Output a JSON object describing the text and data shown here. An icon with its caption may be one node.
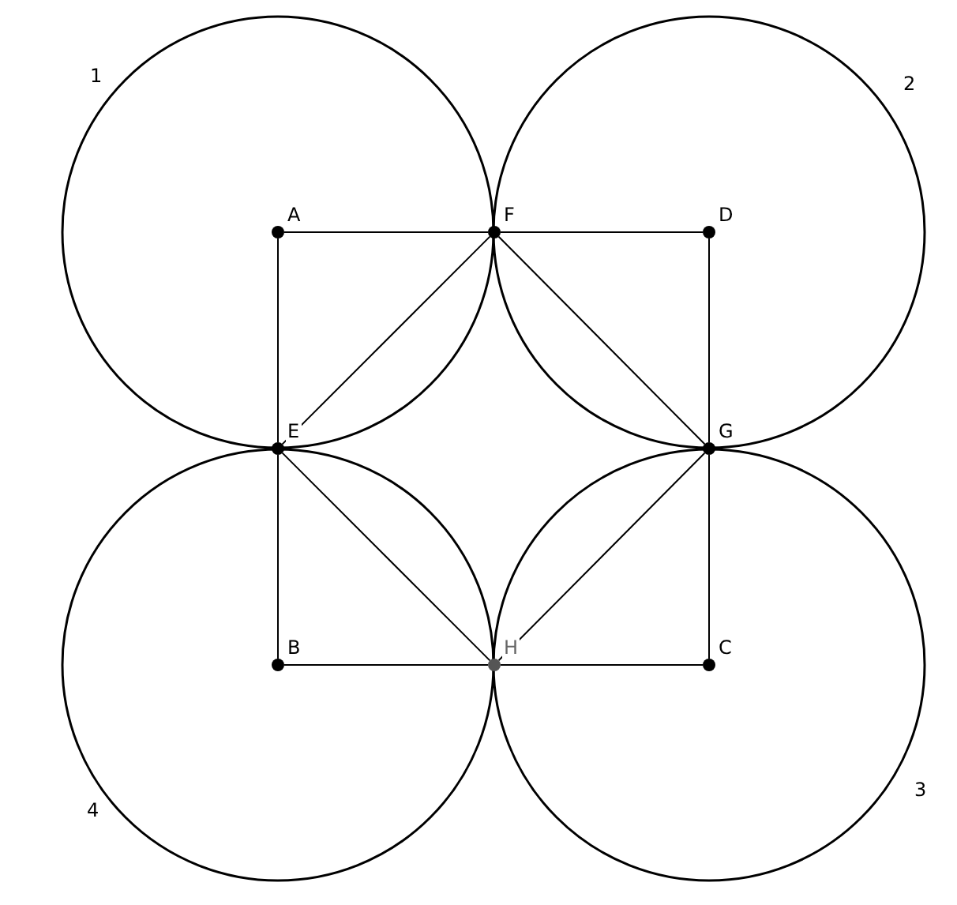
{
  "diagram": {
    "nodes": [
      {
        "text": [
          "A"
        ]
      },
      {
        "text": [
          "F"
        ]
      },
      {
        "text": [
          "D"
        ]
      },
      {
        "text": [
          "E"
        ]
      },
      {
        "text": [
          "G"
        ]
      },
      {
        "text": [
          "B"
        ]
      },
      {
        "text": [
          "H"
        ]
      },
      {
        "text": [
          "C"
        ]
      }
    ],
    "edges": [
      {
        "from": 0,
        "to": 1,
        "arrow": "none"
      },
      {
        "from": 1,
        "to": 2,
        "arrow": "none"
      },
      {
        "from": 2,
        "to": 4,
        "arrow": "none"
      },
      {
        "from": 4,
        "to": 7,
        "arrow": "none"
      },
      {
        "from": 7,
        "to": 6,
        "arrow": "none"
      },
      {
        "from": 6,
        "to": 5,
        "arrow": "none"
      },
      {
        "from": 5,
        "to": 3,
        "arrow": "none"
      },
      {
        "from": 3,
        "to": 0,
        "arrow": "none"
      },
      {
        "from": 3,
        "to": 1,
        "arrow": "none"
      },
      {
        "from": 1,
        "to": 4,
        "arrow": "none"
      },
      {
        "from": 4,
        "to": 6,
        "arrow": "none"
      },
      {
        "from": 6,
        "to": 3,
        "arrow": "none"
      }
    ],
    "labels": [
      "1",
      "2",
      "3",
      "4"
    ]
  }
}
